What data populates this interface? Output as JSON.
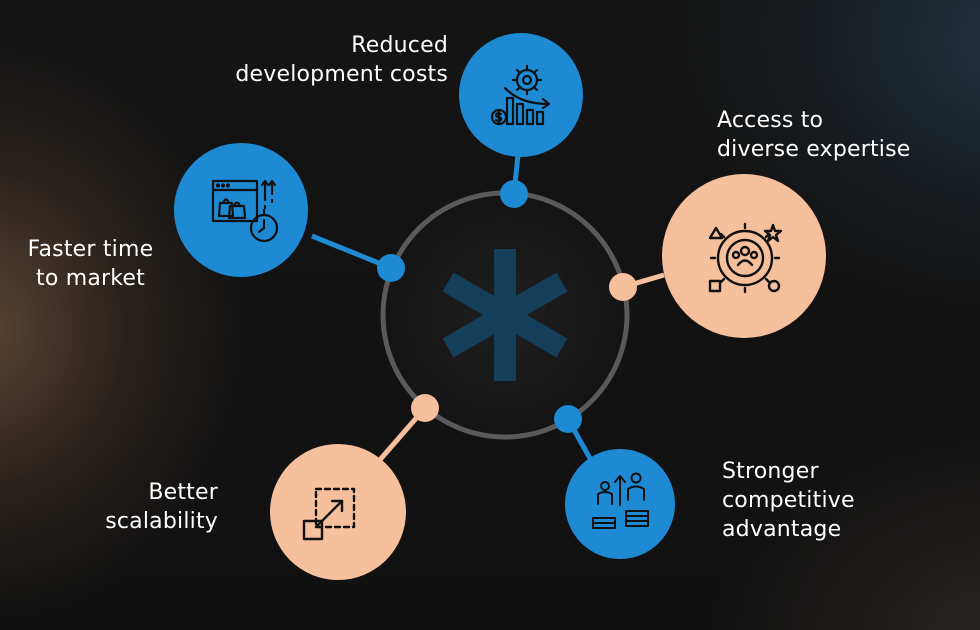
{
  "colors": {
    "background": "#141414",
    "blue": "#1e8ad4",
    "peach": "#f6c09c",
    "ring": "#5a5a5a",
    "asterisk": "#143e59",
    "icon_stroke": "#111111"
  },
  "center": {
    "symbol": "asterisk"
  },
  "benefits": [
    {
      "id": "dev-costs",
      "label": "Reduced\ndevelopment costs",
      "icon": "gear-chart-dollar-icon",
      "color": "blue"
    },
    {
      "id": "expertise",
      "label": "Access to\ndiverse expertise",
      "icon": "team-gear-icon",
      "color": "peach"
    },
    {
      "id": "competitive",
      "label": "Stronger\ncompetitive\nadvantage",
      "icon": "people-growth-icon",
      "color": "blue"
    },
    {
      "id": "scalability",
      "label": "Better\nscalability",
      "icon": "scale-up-arrow-icon",
      "color": "peach"
    },
    {
      "id": "time-market",
      "label": "Faster time\nto market",
      "icon": "browser-shopping-timer-icon",
      "color": "blue"
    }
  ]
}
